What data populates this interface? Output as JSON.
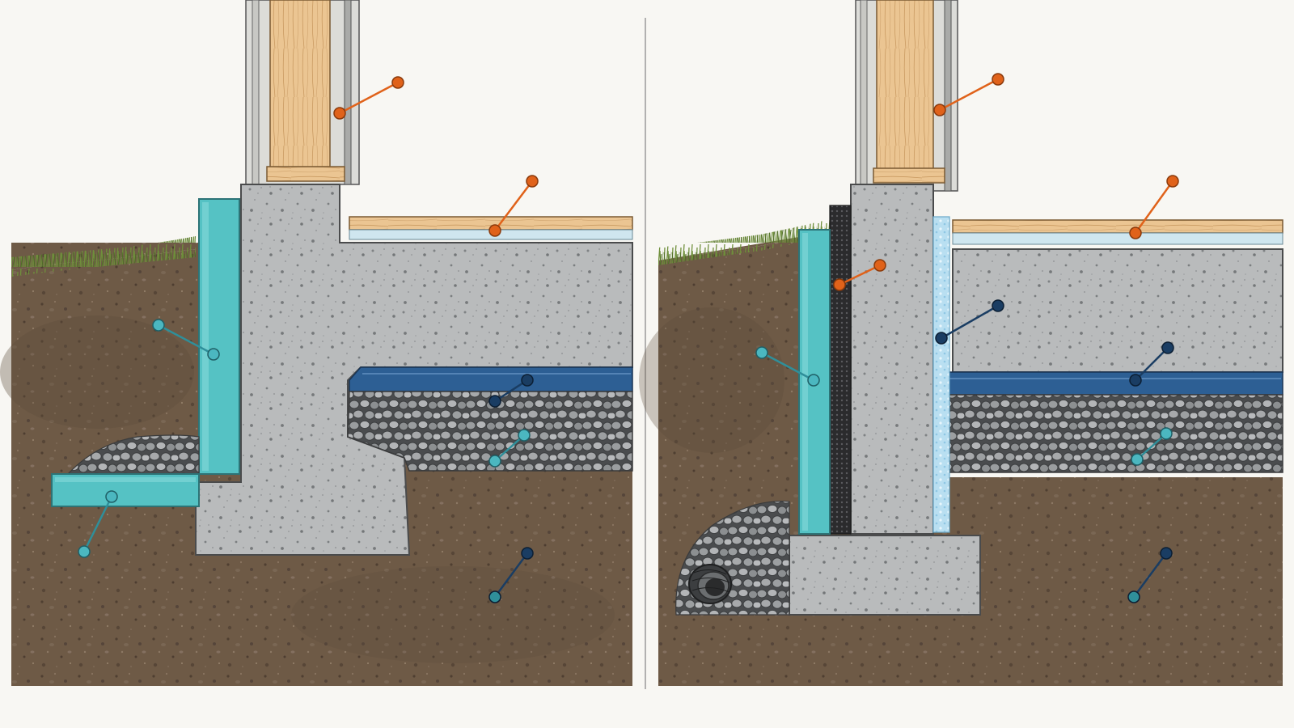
{
  "figure": {
    "panels": [
      {
        "id": "left",
        "name": "frost-protected-shallow-foundation",
        "callouts": [
          {
            "name": "stud-wall",
            "color": "orange"
          },
          {
            "name": "floor-finish",
            "color": "orange"
          },
          {
            "name": "vertical-rigid-insulation",
            "color": "teal"
          },
          {
            "name": "vapor-barrier",
            "color": "navy"
          },
          {
            "name": "gravel-base",
            "color": "teal"
          },
          {
            "name": "horizontal-wing-insulation",
            "color": "teal"
          },
          {
            "name": "native-soil",
            "color": "navy"
          }
        ]
      },
      {
        "id": "right",
        "name": "stem-wall-foundation",
        "callouts": [
          {
            "name": "stud-wall",
            "color": "orange"
          },
          {
            "name": "floor-finish",
            "color": "orange"
          },
          {
            "name": "dimple-drainage-membrane",
            "color": "orange"
          },
          {
            "name": "exterior-rigid-insulation",
            "color": "teal"
          },
          {
            "name": "interior-edge-insulation",
            "color": "navy"
          },
          {
            "name": "vapor-barrier",
            "color": "navy"
          },
          {
            "name": "gravel-base",
            "color": "teal"
          },
          {
            "name": "native-soil",
            "color": "navy"
          },
          {
            "name": "perimeter-drain-pipe",
            "color": "teal"
          }
        ]
      }
    ],
    "colors": {
      "orange": "#e0621a",
      "teal": "#2f8f9a",
      "navy": "#1a3d63",
      "soil": "#6e5a46",
      "concrete": "#b9bbbc",
      "insulation": "#55c2c4",
      "wood": "#ebc592",
      "membrane": "#2d5f94",
      "grass": "#6f8f3b"
    }
  }
}
